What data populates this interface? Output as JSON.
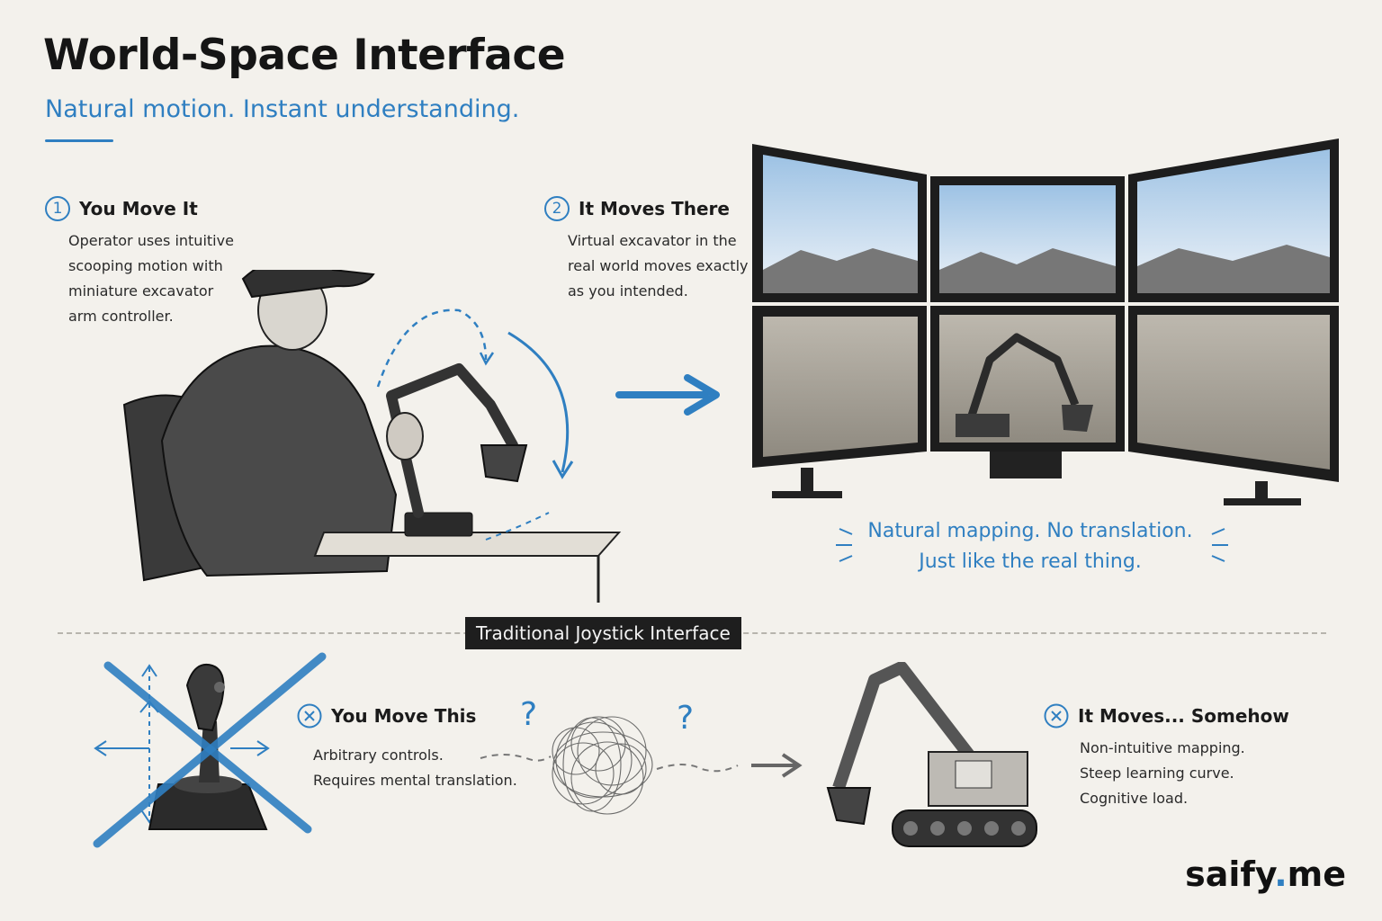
{
  "header": {
    "title": "World-Space Interface",
    "subtitle": "Natural motion. Instant understanding."
  },
  "step1": {
    "number": "1",
    "title": "You Move It",
    "lines": [
      "Operator uses intuitive",
      "scooping motion with",
      "miniature excavator",
      "arm controller."
    ]
  },
  "step2": {
    "number": "2",
    "title": "It Moves There",
    "lines": [
      "Virtual excavator in the",
      "real world moves exactly",
      "as you intended."
    ]
  },
  "mapping": {
    "line1": "Natural mapping. No translation.",
    "line2": "Just like the real thing."
  },
  "divider_label": "Traditional Joystick Interface",
  "traditional": {
    "you_move": {
      "title": "You Move This",
      "lines": [
        "Arbitrary controls.",
        "Requires mental translation."
      ]
    },
    "it_moves": {
      "title": "It Moves... Somehow",
      "lines": [
        "Non-intuitive mapping.",
        "Steep learning curve.",
        "Cognitive load."
      ]
    },
    "question_marks": [
      "?",
      "?"
    ]
  },
  "brand": {
    "name": "saify",
    "dot": ".",
    "tld": "me"
  },
  "colors": {
    "accent": "#2f7fc1",
    "ink": "#1d1d1d",
    "paper": "#f3f1ec"
  },
  "icons": [
    "circled-number-icon",
    "x-circle-icon",
    "arrow-right-icon",
    "joystick-icon",
    "excavator-icon",
    "scribble-icon"
  ]
}
